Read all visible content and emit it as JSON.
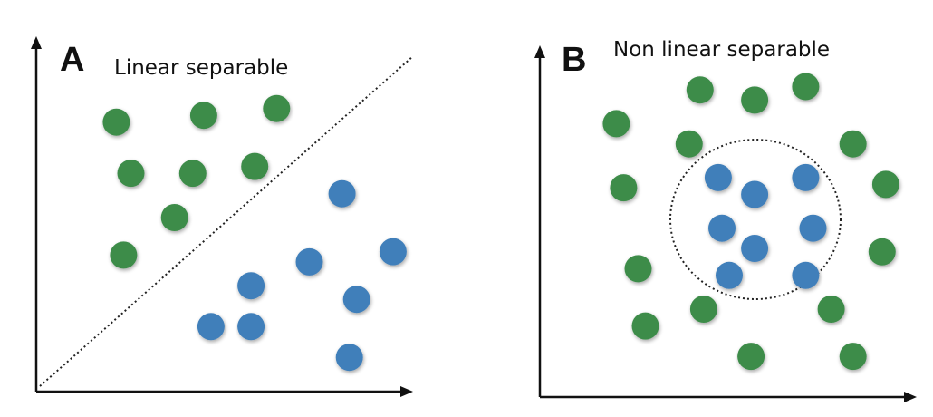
{
  "colors": {
    "class_a": "#3d8c4a",
    "class_b": "#3f7fba",
    "axis": "#111111"
  },
  "panels": [
    {
      "letter": "A",
      "caption": "Linear separable",
      "boundary": "line",
      "points": {
        "class_a": [
          [
            0.2,
            0.78
          ],
          [
            0.44,
            0.8
          ],
          [
            0.64,
            0.82
          ],
          [
            0.24,
            0.63
          ],
          [
            0.41,
            0.63
          ],
          [
            0.58,
            0.65
          ],
          [
            0.36,
            0.5
          ],
          [
            0.22,
            0.39
          ]
        ],
        "class_b": [
          [
            0.82,
            0.57
          ],
          [
            0.73,
            0.37
          ],
          [
            0.96,
            0.4
          ],
          [
            0.57,
            0.3
          ],
          [
            0.86,
            0.26
          ],
          [
            0.46,
            0.18
          ],
          [
            0.57,
            0.18
          ],
          [
            0.84,
            0.09
          ]
        ]
      }
    },
    {
      "letter": "B",
      "caption": "Non linear separable",
      "boundary": "circle",
      "points": {
        "class_a": [
          [
            0.19,
            0.8
          ],
          [
            0.42,
            0.9
          ],
          [
            0.57,
            0.87
          ],
          [
            0.71,
            0.91
          ],
          [
            0.39,
            0.74
          ],
          [
            0.84,
            0.74
          ],
          [
            0.21,
            0.61
          ],
          [
            0.93,
            0.62
          ],
          [
            0.25,
            0.37
          ],
          [
            0.92,
            0.42
          ],
          [
            0.27,
            0.2
          ],
          [
            0.43,
            0.25
          ],
          [
            0.78,
            0.25
          ],
          [
            0.56,
            0.11
          ],
          [
            0.84,
            0.11
          ]
        ],
        "class_b": [
          [
            0.47,
            0.64
          ],
          [
            0.57,
            0.59
          ],
          [
            0.71,
            0.64
          ],
          [
            0.48,
            0.49
          ],
          [
            0.73,
            0.49
          ],
          [
            0.57,
            0.43
          ],
          [
            0.5,
            0.35
          ],
          [
            0.71,
            0.35
          ]
        ]
      }
    }
  ]
}
